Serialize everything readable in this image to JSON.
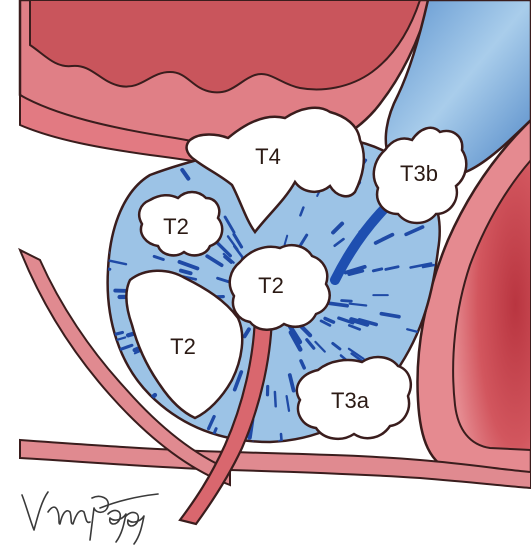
{
  "labels": {
    "t4": "T4",
    "t3b": "T3b",
    "t2_upper_left": "T2",
    "t2_center": "T2",
    "t2_lower_left": "T2",
    "t3a": "T3a"
  },
  "colors": {
    "bladder_wall": "#e07f86",
    "bladder_lumen": "#c9555c",
    "rectum": "#cf5058",
    "urethra": "#d9676e",
    "prostate": "#9cc3e6",
    "prostate_stripes": "#1f4aa6",
    "seminal_vesicle": "#7faedb",
    "tumor": "#ffffff",
    "outline": "#3a1d1d"
  },
  "signature_text": "Vm Pgg"
}
